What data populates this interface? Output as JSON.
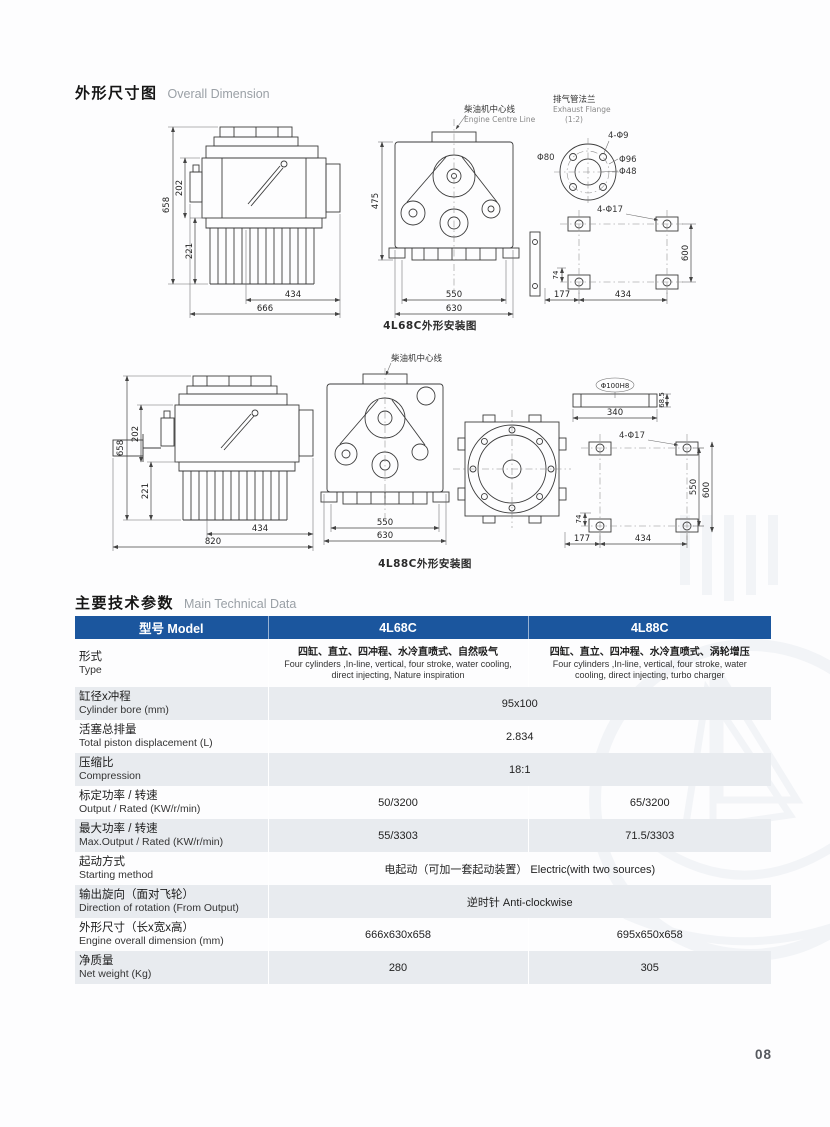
{
  "colors": {
    "header_bg": "#1b569e",
    "row_stripe": "#e8ebef",
    "line": "#3c3c3c"
  },
  "page": {
    "number": "08"
  },
  "sections": {
    "dimension": {
      "zh": "外形尺寸图",
      "en": "Overall Dimension"
    },
    "technical": {
      "zh": "主要技术参数",
      "en": "Main Technical Data"
    }
  },
  "drawings": {
    "d1": {
      "caption": "4L68C外形安装图",
      "centerline_zh": "柴油机中心线",
      "centerline_en": "Engine Centre Line",
      "flange_title_zh": "排气管法兰",
      "flange_title_en": "Exhaust Flange",
      "flange_scale": "(1:2)",
      "dim_658": "658",
      "dim_202": "202",
      "dim_221": "221",
      "dim_434": "434",
      "dim_666": "666",
      "dim_475": "475",
      "dim_550": "550",
      "dim_630": "630",
      "flange_4phi9": "4-Φ9",
      "flange_phi80": "Φ80",
      "flange_phi96": "Φ96",
      "flange_phi48": "Φ48",
      "mount_4phi17": "4-Φ17",
      "mount_600": "600",
      "mount_74": "74",
      "mount_177": "177",
      "mount_434": "434"
    },
    "d2": {
      "caption": "4L88C外形安装图",
      "centerline_zh": "柴油机中心线",
      "dim_658": "658",
      "dim_202": "202",
      "dim_221": "221",
      "dim_434": "434",
      "dim_820": "820",
      "dim_550": "550",
      "dim_630": "630",
      "dim_phi100": "Φ100H8",
      "dim_340": "340",
      "dim_685": "68.5",
      "mount_4phi17": "4-Φ17",
      "mount_550": "550",
      "mount_600": "600",
      "mount_74": "74",
      "mount_177": "177",
      "mount_434": "434"
    }
  },
  "table": {
    "header": {
      "model": "型号 Model",
      "m1": "4L68C",
      "m2": "4L88C"
    },
    "rows": {
      "type": {
        "zh": "形式",
        "en": "Type",
        "v1_zh": "四缸、直立、四冲程、水冷直喷式、自然吸气",
        "v1_en": "Four cylinders ,In-line, vertical, four stroke, water cooling, direct injecting, Nature inspiration",
        "v2_zh": "四缸、直立、四冲程、水冷直喷式、涡轮增压",
        "v2_en": "Four cylinders ,In-line, vertical, four stroke, water cooling, direct injecting, turbo charger"
      },
      "bore": {
        "zh": "缸径x冲程",
        "en": "Cylinder bore (mm)",
        "value": "95x100"
      },
      "displacement": {
        "zh": "活塞总排量",
        "en": "Total piston displacement (L)",
        "value": "2.834"
      },
      "compression": {
        "zh": "压缩比",
        "en": "Compression",
        "value": "18:1"
      },
      "output": {
        "zh": "标定功率 / 转速",
        "en": "Output / Rated (KW/r/min)",
        "v1": "50/3200",
        "v2": "65/3200"
      },
      "max_output": {
        "zh": "最大功率 / 转速",
        "en": "Max.Output / Rated (KW/r/min)",
        "v1": "55/3303",
        "v2": "71.5/3303"
      },
      "starting": {
        "zh": "起动方式",
        "en": "Starting method",
        "value": "电起动（可加一套起动装置） Electric(with two sources)"
      },
      "rotation": {
        "zh": "输出旋向（面对飞轮）",
        "en": "Direction of rotation (From Output)",
        "value": "逆时针 Anti-clockwise"
      },
      "dimension": {
        "zh": "外形尺寸（长x宽x高）",
        "en": "Engine overall dimension (mm)",
        "v1": "666x630x658",
        "v2": "695x650x658"
      },
      "weight": {
        "zh": "净质量",
        "en": "Net weight (Kg)",
        "v1": "280",
        "v2": "305"
      }
    }
  }
}
